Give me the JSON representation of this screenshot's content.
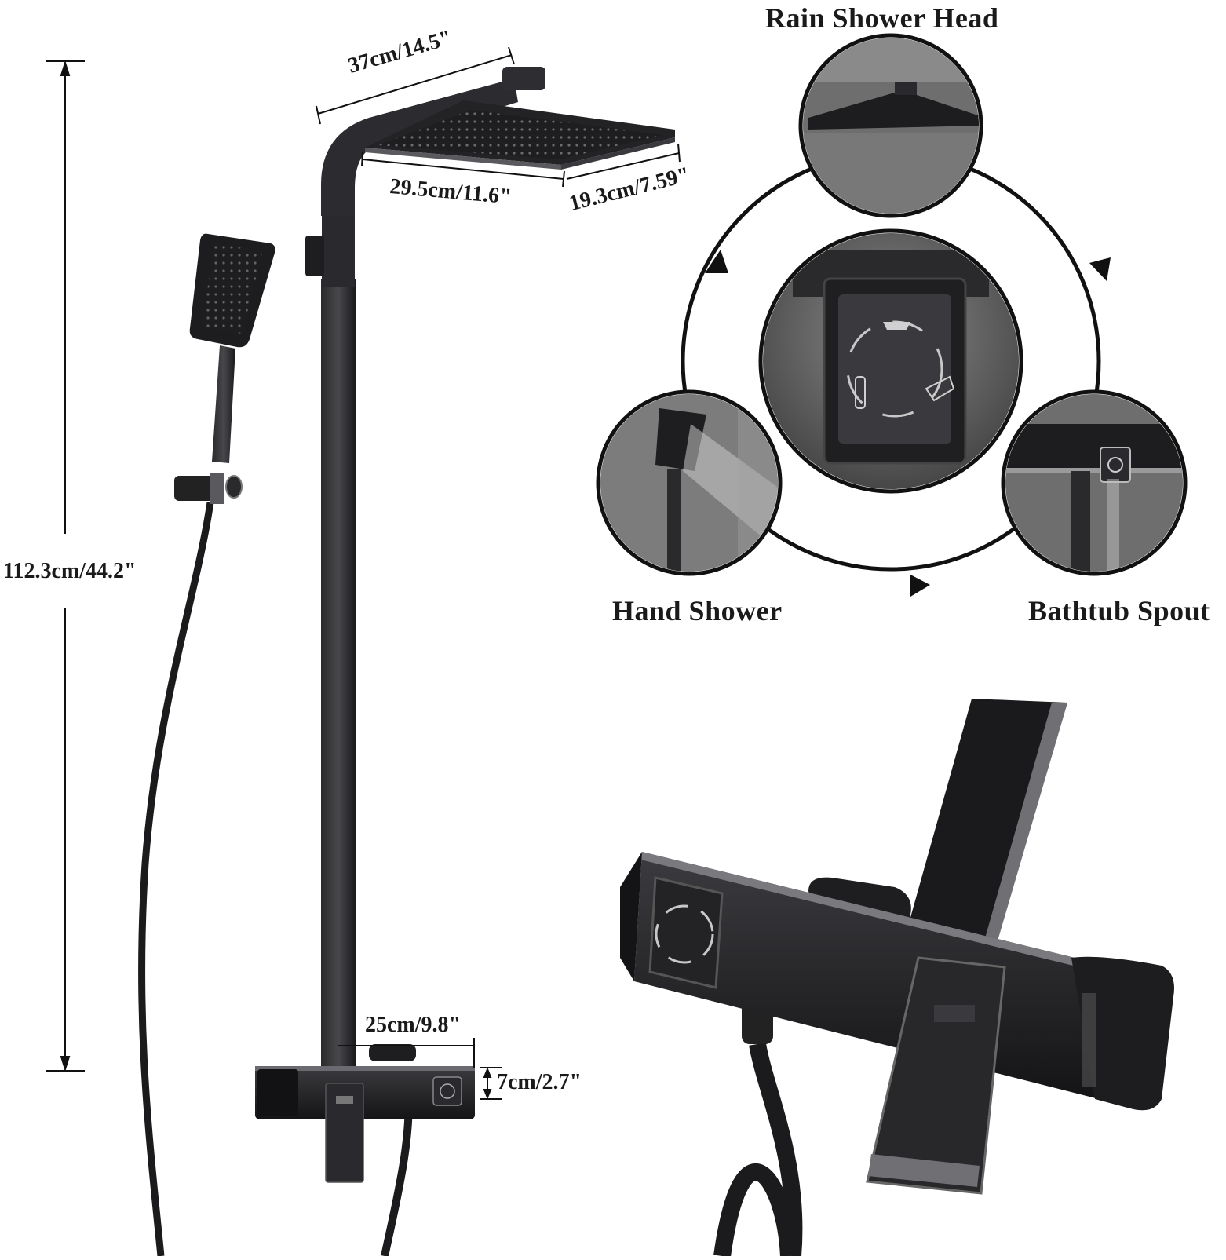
{
  "dimensions": {
    "total_height": "112.3cm/44.2\"",
    "arm_length": "37cm/14.5\"",
    "head_width": "29.5cm/11.6\"",
    "head_depth": "19.3cm/7.59\"",
    "mixer_width": "25cm/9.8\"",
    "mixer_height": "7cm/2.7\""
  },
  "modes": {
    "rain_shower_head": "Rain Shower Head",
    "hand_shower": "Hand Shower",
    "bathtub_spout": "Bathtub Spout"
  },
  "colors": {
    "fixture": "#1c1c1e",
    "fixture_highlight": "#5a5a5e",
    "line": "#111111",
    "background": "#ffffff"
  }
}
